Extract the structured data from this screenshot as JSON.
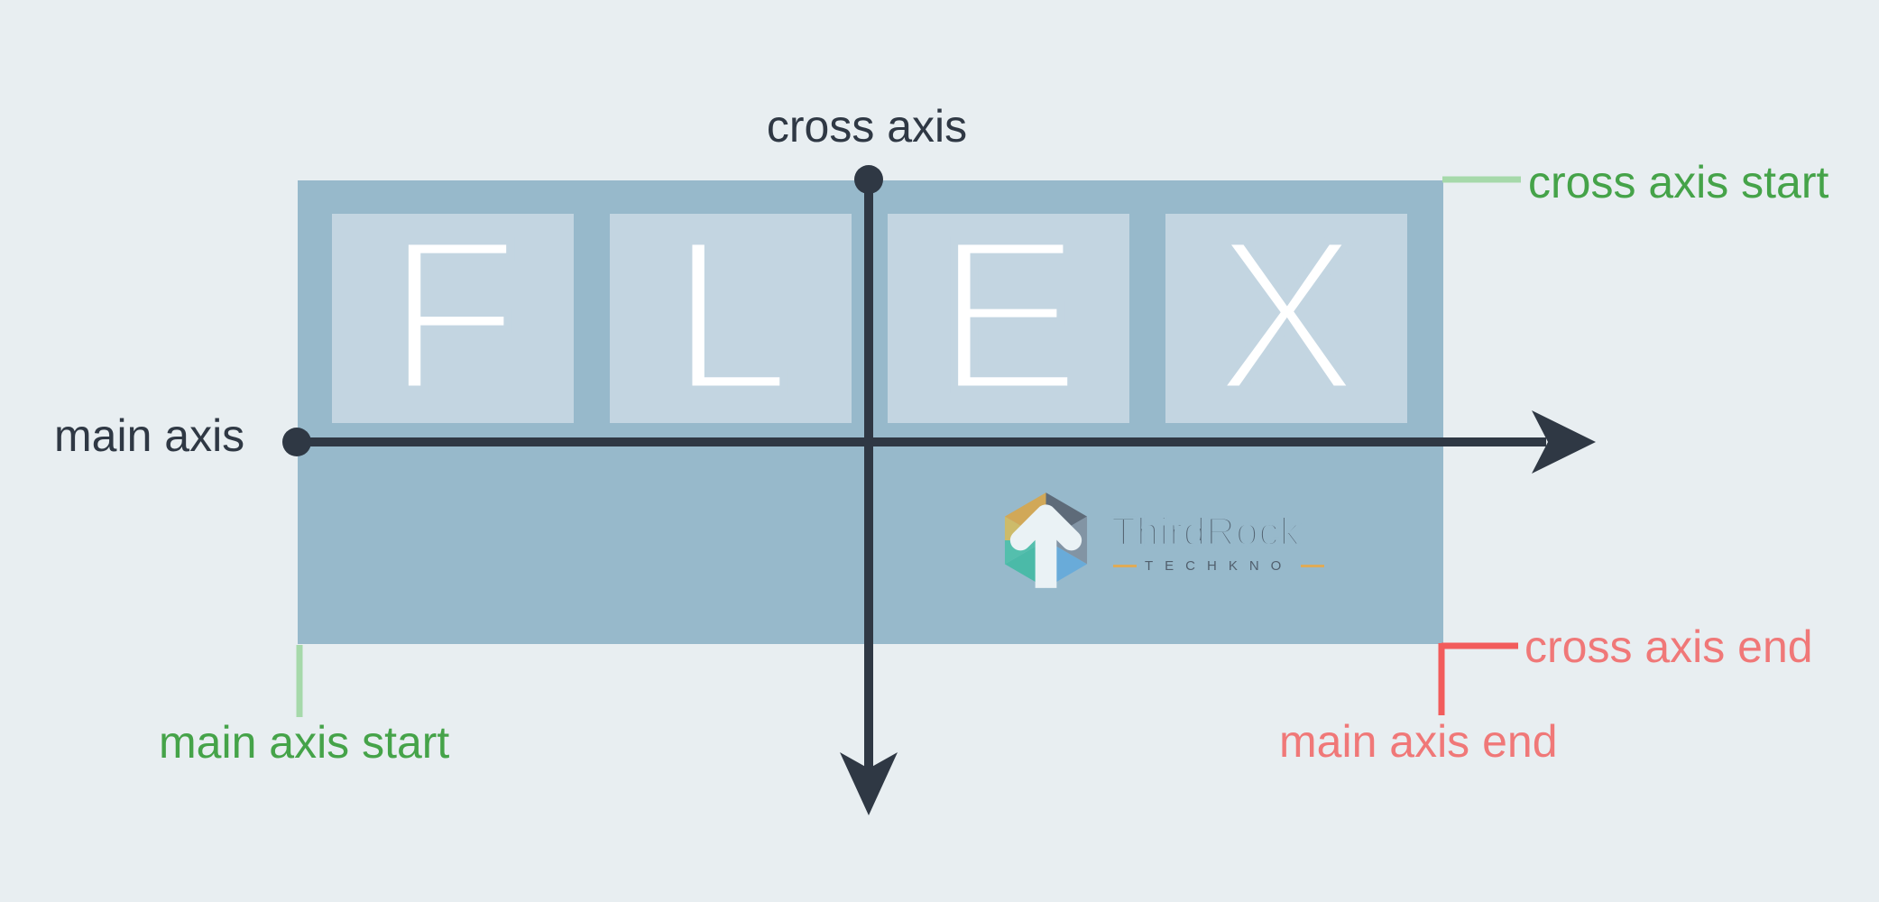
{
  "diagram": {
    "labels": {
      "cross_axis": "cross axis",
      "main_axis": "main axis",
      "cross_axis_start": "cross axis start",
      "cross_axis_end": "cross axis end",
      "main_axis_start": "main axis start",
      "main_axis_end": "main axis end"
    },
    "flex_items": [
      {
        "letter": "F"
      },
      {
        "letter": "L"
      },
      {
        "letter": "E"
      },
      {
        "letter": "X"
      }
    ],
    "colors": {
      "background": "#e8eef1",
      "container": "#97b9cb",
      "item": "#c3d5e1",
      "axis": "#2f3844",
      "start_label": "#45a349",
      "start_connector": "#a6d9aa",
      "end_label": "#f07878",
      "end_connector": "#f25c5c",
      "letter": "#ffffff"
    }
  },
  "logo": {
    "brand": "ThirdRock",
    "sub_brand": "TECHKNO",
    "colors": {
      "text": "#4e5c6a",
      "sub_text": "#4c5866",
      "dash": "#e6aa4e",
      "gold": "#d6a74f",
      "yellow": "#d2bc62",
      "dark_slate": "#5a6573",
      "slate": "#8191a1",
      "blue": "#66aadb",
      "teal": "#45bba6",
      "teal_dark": "#4fc0ab",
      "arrow": "#f2f7f9"
    }
  }
}
